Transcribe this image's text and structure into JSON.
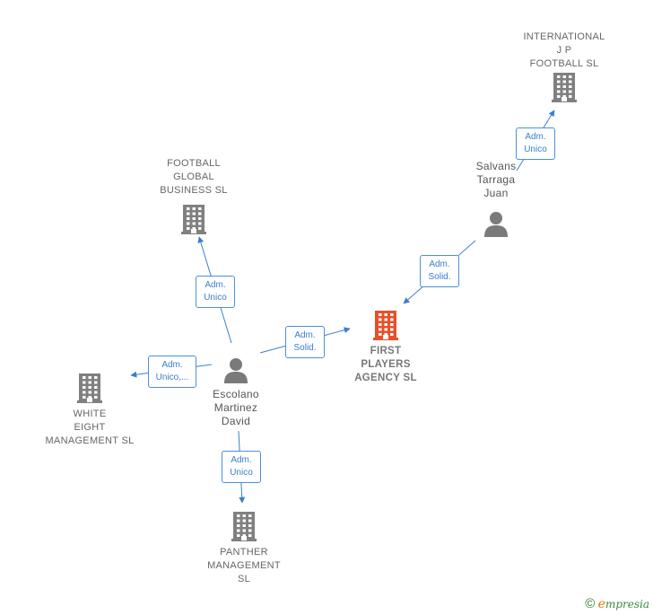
{
  "colors": {
    "company": "#808080",
    "company_main": "#e8502a",
    "person": "#7a7a7a",
    "edge": "#3b7fc9"
  },
  "nodes": {
    "international": {
      "lines": [
        "INTERNATIONAL",
        "J P",
        "FOOTBALL SL"
      ]
    },
    "football_global": {
      "lines": [
        "FOOTBALL",
        "GLOBAL",
        "BUSINESS  SL"
      ]
    },
    "salvans": {
      "lines": [
        "Salvans",
        "Tarraga",
        "Juan"
      ]
    },
    "first_players": {
      "lines": [
        "FIRST",
        "PLAYERS",
        "AGENCY  SL"
      ]
    },
    "escolano": {
      "lines": [
        "Escolano",
        "Martinez",
        "David"
      ]
    },
    "white_eight": {
      "lines": [
        "WHITE",
        "EIGHT",
        "MANAGEMENT SL"
      ]
    },
    "panther": {
      "lines": [
        "PANTHER",
        "MANAGEMENT",
        "SL"
      ]
    }
  },
  "edges": {
    "salvans_international": {
      "lines": [
        "Adm.",
        "Unico"
      ]
    },
    "salvans_first": {
      "lines": [
        "Adm.",
        "Solid."
      ]
    },
    "escolano_football": {
      "lines": [
        "Adm.",
        "Unico"
      ]
    },
    "escolano_first": {
      "lines": [
        "Adm.",
        "Solid."
      ]
    },
    "escolano_white": {
      "lines": [
        "Adm.",
        "Unico,..."
      ]
    },
    "escolano_panther": {
      "lines": [
        "Adm.",
        "Unico"
      ]
    }
  },
  "footer": {
    "copyright": "©",
    "brand_first": "e",
    "brand_rest": "mpresia"
  }
}
